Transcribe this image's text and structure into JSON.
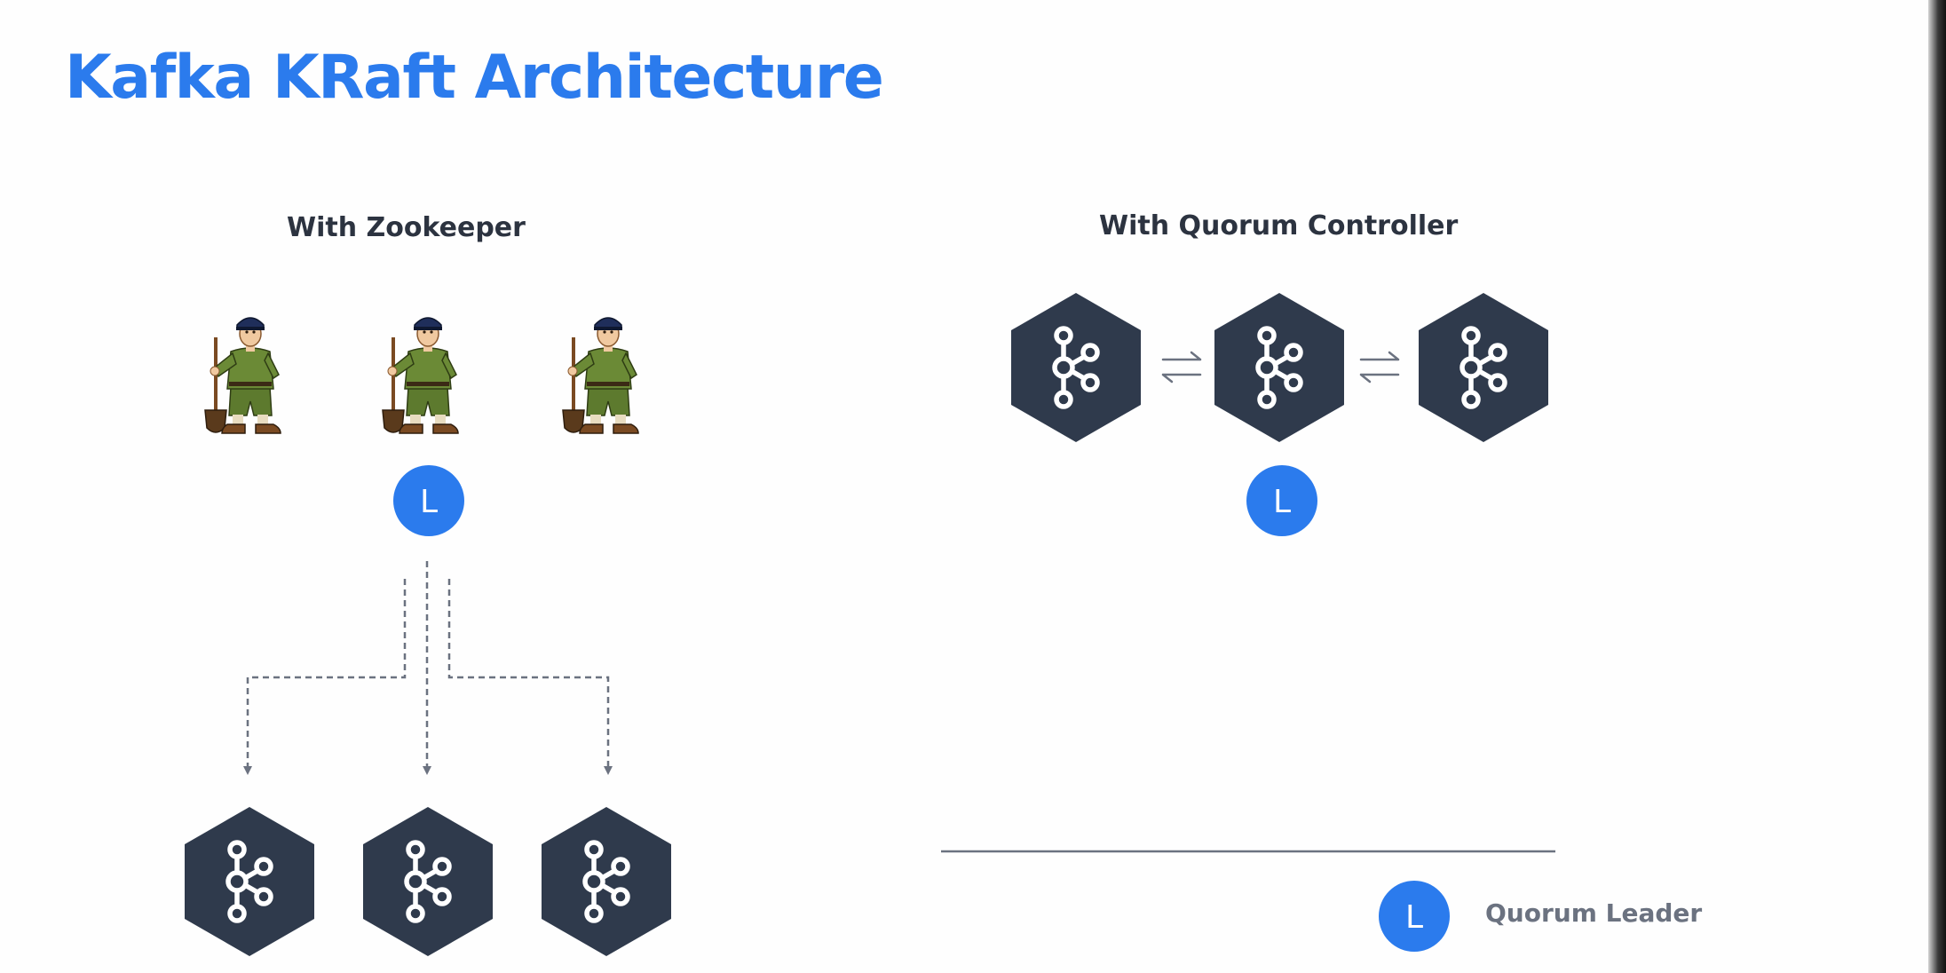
{
  "title": "Kafka KRaft Architecture",
  "left_section": {
    "heading": "With Zookeeper",
    "zookeeper_count": 3,
    "leader_badge": "L",
    "broker_count": 3
  },
  "right_section": {
    "heading": "With Quorum Controller",
    "controller_count": 3,
    "leader_badge": "L"
  },
  "legend": {
    "badge": "L",
    "label": "Quorum Leader"
  },
  "colors": {
    "title": "#2b7bed",
    "heading": "#2c3340",
    "hexagon": "#2f3a4c",
    "badge": "#2b7bed",
    "connector": "#6b7280",
    "legend_text": "#6b7280"
  },
  "icons": {
    "zookeeper": "zookeeper-keeper-icon",
    "broker": "kafka-logo-icon",
    "sync": "bidirectional-arrows-icon"
  }
}
